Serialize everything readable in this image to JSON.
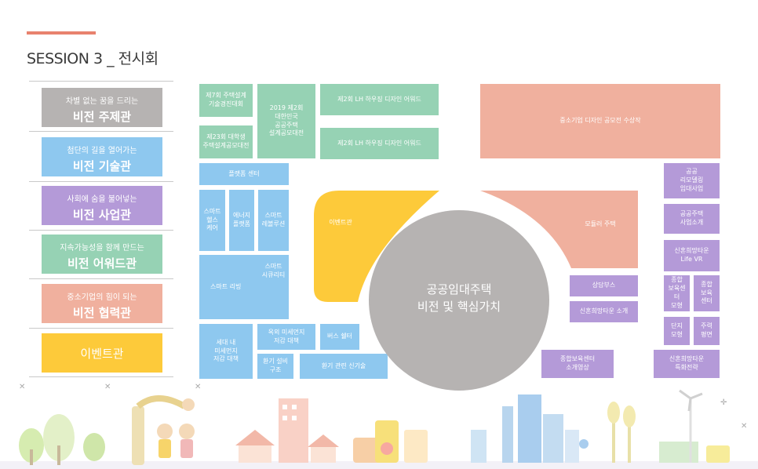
{
  "header": {
    "title": "SESSION 3 _ 전시회"
  },
  "legend": [
    {
      "line1": "차별 없는 꿈을 드리는",
      "line2": "비전 주제관"
    },
    {
      "line1": "첨단의 길을 열어가는",
      "line2": "비전 기술관"
    },
    {
      "line1": "사회에 숨을 불어넣는",
      "line2": "비전 사업관"
    },
    {
      "line1": "지속가능성을 함께 만드는",
      "line2": "비전 어워드관"
    },
    {
      "line1": "중소기업의 힘이 되는",
      "line2": "비전 협력관"
    },
    {
      "line1": "",
      "line2": "이벤트관"
    }
  ],
  "booths": {
    "b1": "제7회 주택설계\n기술경진대회",
    "b2": "2019 제2회\n대한민국\n공공주택\n설계공모대전",
    "b3": "제2회 LH 하우징 디자인 어워드",
    "b4": "제23회 대학생\n주택설계공모대전",
    "b5": "제2회 LH 하우징 디자인 어워드",
    "b6": "중소기업 디자인 공모전 수상작",
    "b7": "플랫폼 센터",
    "b8": "스마트\n헬스\n케어",
    "b9": "에너지\n플랫폼",
    "b10": "스마트\n레볼루션",
    "b11": "스마트 리빙",
    "b12": "스마트\n시큐리티",
    "b13": "세대 내\n미세먼지\n저감 대책",
    "b14": "옥외 미세먼지\n저감 대책",
    "b15": "버스 쉘터",
    "b16": "환기 설비\n구조",
    "b17": "환기 관련 신기술",
    "b18": "이벤트관",
    "b19": "모듈러 주택",
    "b20": "상담부스",
    "b21": "신혼희망타운 소개",
    "b22": "종합보육센터\n소개영상",
    "b23": "공공\n리모델링\n임대사업",
    "b24": "공공주택\n사업소개",
    "b25": "신혼희망타운\nLife VR",
    "b26": "종합\n보육센터\n모형",
    "b27": "종합\n보육\n센터",
    "b28": "단지\n모형",
    "b29": "주력\n평면",
    "b30": "신혼희망타운\n특화전략"
  },
  "center": {
    "text": "공공임대주택\n비전 및 핵심가치"
  },
  "colors": {
    "green": "#96d2b4",
    "blue": "#8ec8ef",
    "purple": "#b49ad8",
    "salmon": "#f0b09e",
    "yellow": "#fdca3a",
    "gray": "#b6b3b2",
    "accent": "#e8826e"
  }
}
